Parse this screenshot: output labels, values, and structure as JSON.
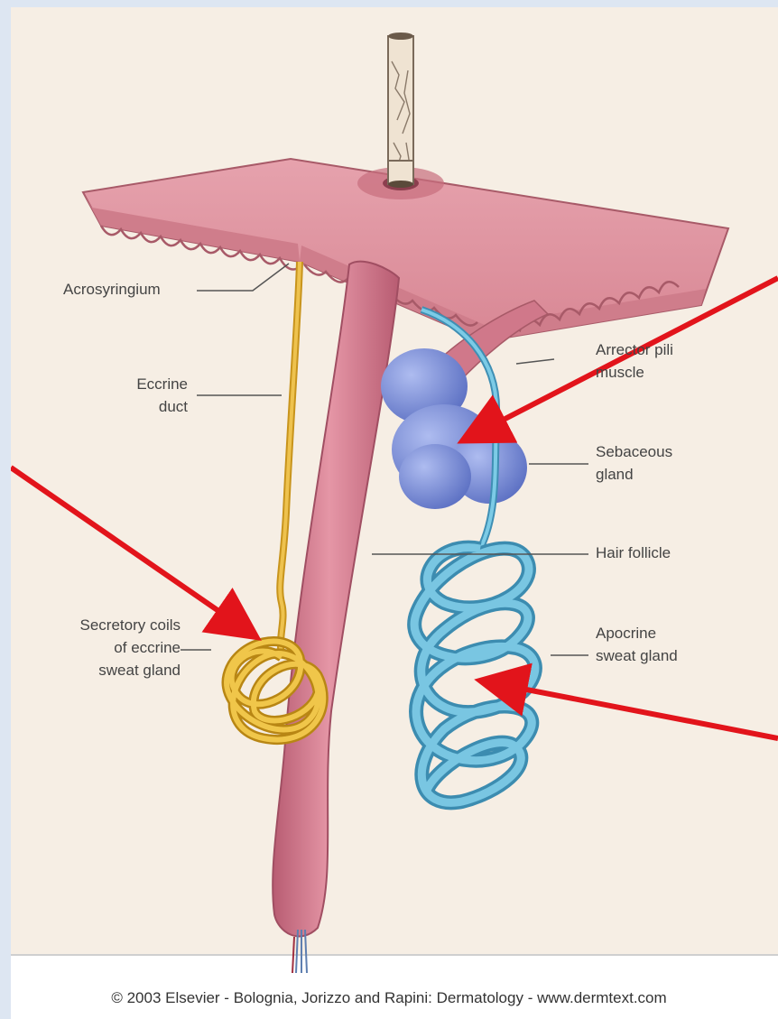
{
  "labels": {
    "acrosyringium": "Acrosyringium",
    "eccrine_duct_1": "Eccrine",
    "eccrine_duct_2": "duct",
    "arrector_1": "Arrector pili",
    "arrector_2": "muscle",
    "sebaceous_1": "Sebaceous",
    "sebaceous_2": "gland",
    "hair_follicle": "Hair follicle",
    "secretory_1": "Secretory coils",
    "secretory_2": "of eccrine",
    "secretory_3": "sweat gland",
    "apocrine_1": "Apocrine",
    "apocrine_2": "sweat gland"
  },
  "copyright": "© 2003 Elsevier - Bolognia, Jorizzo and Rapini: Dermatology - www.dermtext.com",
  "colors": {
    "background_outer": "#dde6f2",
    "figure_bg": "#f6eee4",
    "skin": "#dc8f9b",
    "follicle": "#cf7488",
    "eccrine_gland": "#e2b02e",
    "sebaceous_gland": "#7f95dc",
    "apocrine_gland": "#5fb2d4",
    "annotation_arrow": "#e2141b"
  }
}
